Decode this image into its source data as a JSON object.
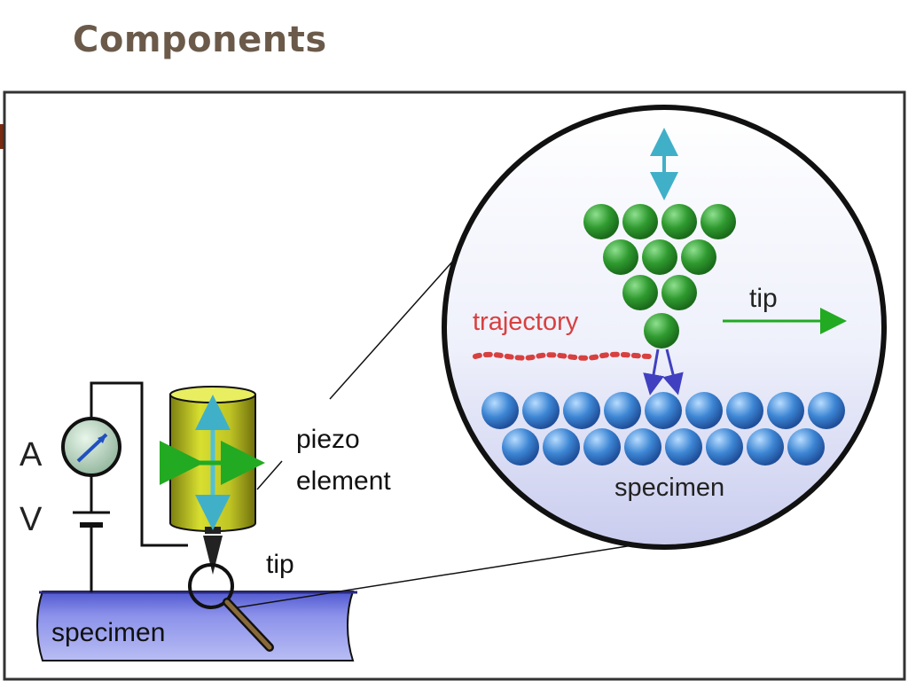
{
  "slide": {
    "title": "Components"
  },
  "diagram": {
    "labels": {
      "ammeter": "A",
      "voltage": "V",
      "piezo_line1": "piezo",
      "piezo_line2": "element",
      "tip_main": "tip",
      "specimen_main": "specimen",
      "trajectory": "trajectory",
      "tip_zoom": "tip",
      "specimen_zoom": "specimen"
    },
    "colors": {
      "title": "#6b5a4a",
      "tip_atoms": "#2a9a2a",
      "specimen_atoms": "#3a7fd0",
      "trajectory": "#d84040",
      "piezo": "#b8c020",
      "specimen_block": "#5a62d8",
      "vertical_arrow": "#40b0c8",
      "horizontal_arrow": "#22aa22",
      "tunneling_arrows": "#4040c0"
    }
  }
}
